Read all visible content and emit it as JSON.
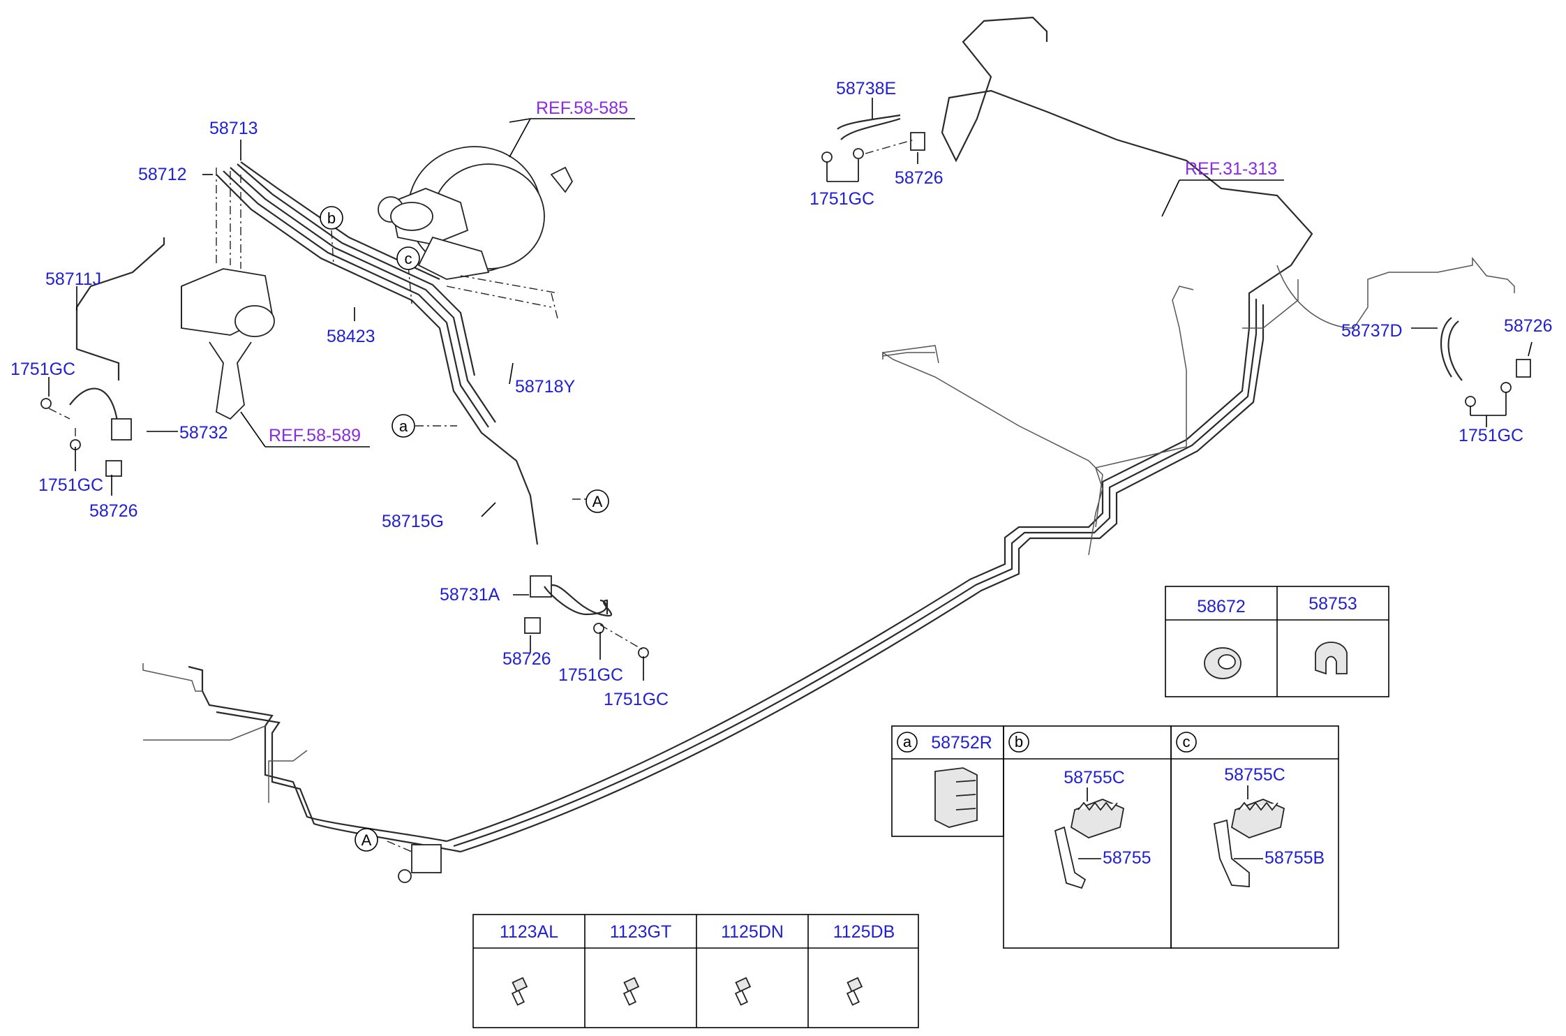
{
  "labels": {
    "l58713": "58713",
    "l58712": "58712",
    "l58711J": "58711J",
    "l1751GC_a": "1751GC",
    "l1751GC_b": "1751GC",
    "l58726_a": "58726",
    "l58732": "58732",
    "l58423": "58423",
    "l58718Y": "58718Y",
    "l58715G": "58715G",
    "l58731A": "58731A",
    "l58726_b": "58726",
    "l1751GC_c": "1751GC",
    "l1751GC_d": "1751GC",
    "l58738E": "58738E",
    "l1751GC_e": "1751GC",
    "l58726_c": "58726",
    "l58737D": "58737D",
    "l58726_d": "58726",
    "l1751GC_f": "1751GC"
  },
  "refs": {
    "r58585": "REF.58-585",
    "r58589": "REF.58-589",
    "r31313": "REF.31-313"
  },
  "callouts": {
    "a": "a",
    "b": "b",
    "c": "c",
    "A1": "A",
    "A2": "A"
  },
  "legend_box_1": {
    "headers": [
      "58672",
      "58753"
    ]
  },
  "legend_box_2": {
    "col_a_letter": "a",
    "col_a_part": "58752R",
    "col_b_letter": "b",
    "col_c_letter": "c",
    "b_part_top": "58755C",
    "b_part_bottom": "58755",
    "c_part_top": "58755C",
    "c_part_bottom": "58755B"
  },
  "bolt_table": {
    "headers": [
      "1123AL",
      "1123GT",
      "1125DN",
      "1125DB"
    ]
  },
  "colors": {
    "part_label": "#1f1fd6",
    "ref_label": "#8a2be2",
    "line": "#222222"
  }
}
